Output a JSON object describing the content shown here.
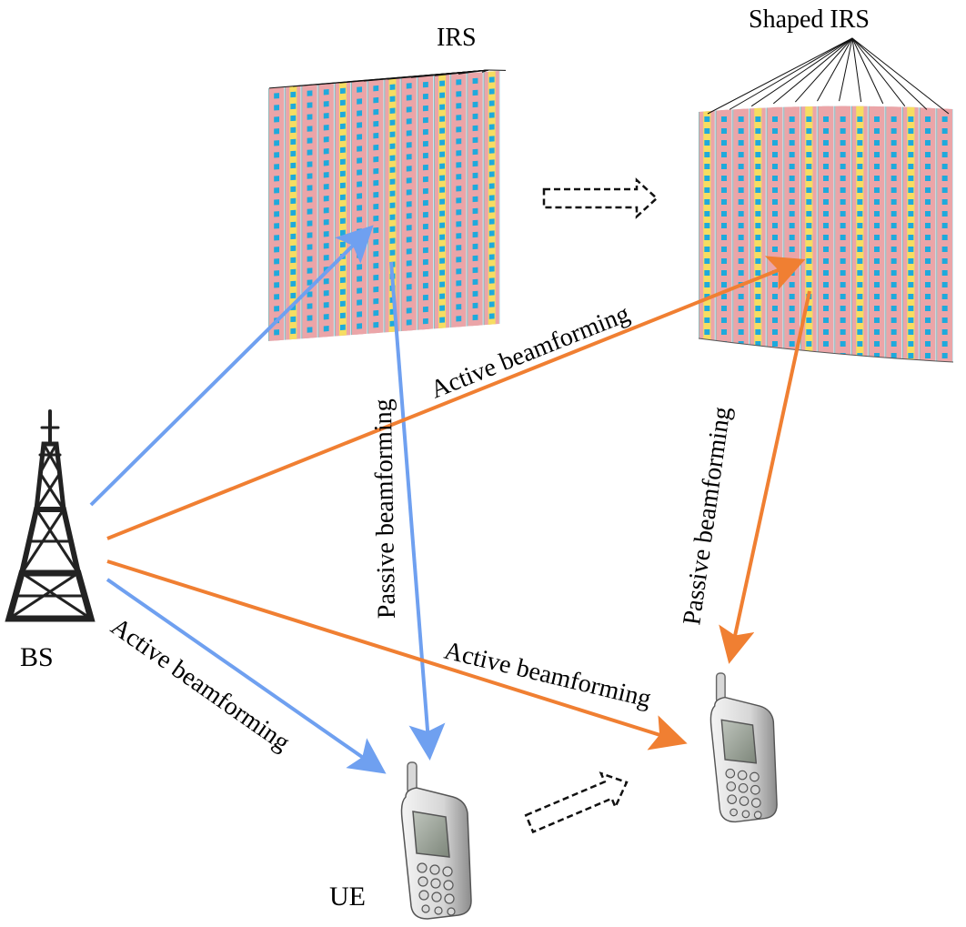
{
  "labels": {
    "irs": "IRS",
    "shaped_irs": "Shaped IRS",
    "bs": "BS",
    "ue": "UE",
    "active_bs_irs2": "Active beamforming",
    "passive_irs1_ue": "Passive beamforming",
    "passive_irs2_ue2": "Passive beamforming",
    "active_bs_ue": "Active beamforming",
    "active_bs_ue2": "Active beamforming"
  },
  "colors": {
    "blue_link": "#6fa0f0",
    "orange_link": "#f07f32",
    "irs_pink": "#eba5a8",
    "irs_yellow": "#f6dd62",
    "irs_cyan": "#1eaadc",
    "irs_edge": "#c9e8f0"
  },
  "icons": {
    "base_station": "lattice-tower-icon",
    "user_equipment": "mobile-phone-icon",
    "transform_arrow": "dashed-arrow-icon"
  }
}
